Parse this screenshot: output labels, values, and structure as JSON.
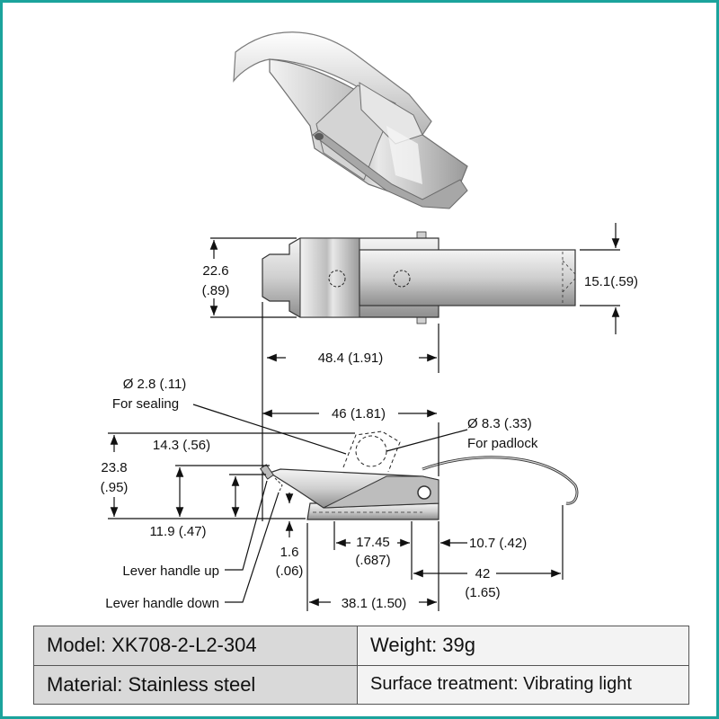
{
  "colors": {
    "frame": "#1ba39c",
    "steel_light": "#e6e6e6",
    "steel_dark": "#8d8d8d",
    "line": "#111111"
  },
  "icons": {
    "product_photo": "latch-photo-icon"
  },
  "dims": {
    "height_total": "22.6",
    "height_total_in": "(.89)",
    "tab_width": "15.1(.59)",
    "length_top": "48.4 (1.91)",
    "sealing_hole": "Ø 2.8 (.11)",
    "sealing_label": "For sealing",
    "length_46": "46 (1.81)",
    "padlock_hole": "Ø 8.3 (.33)",
    "padlock_label": "For padlock",
    "height_14": "14.3 (.56)",
    "height_238": "23.8",
    "height_238_in": "(.95)",
    "height_119": "11.9 (.47)",
    "thick_16": "1.6",
    "thick_16_in": "(.06)",
    "span_1745": "17.45",
    "span_1745_in": "(.687)",
    "span_107": "10.7 (.42)",
    "span_42": "42",
    "span_42_in": "(1.65)",
    "base_381": "38.1 (1.50)",
    "lever_up": "Lever handle up",
    "lever_down": "Lever handle down"
  },
  "specs": [
    {
      "left": "Model: XK708-2-L2-304",
      "right": "Weight: 39g"
    },
    {
      "left": "Material: Stainless steel",
      "right": "Surface treatment: Vibrating light"
    }
  ]
}
